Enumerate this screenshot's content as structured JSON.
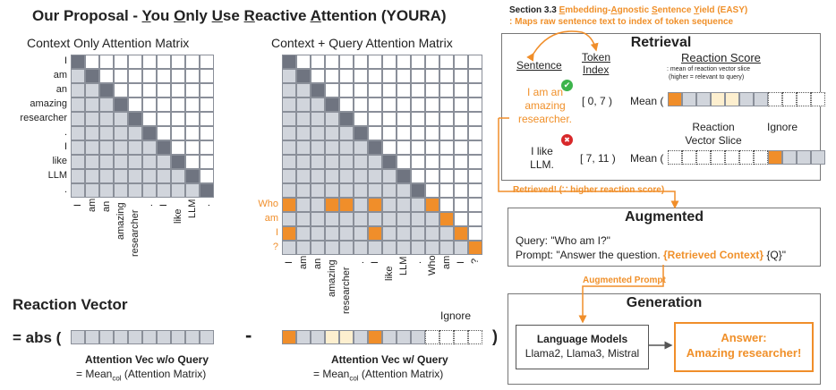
{
  "header": {
    "title_parts": [
      {
        "t": "Our Proposal - ",
        "u": false
      },
      {
        "t": "Y",
        "u": true
      },
      {
        "t": "ou ",
        "u": false
      },
      {
        "t": "O",
        "u": true
      },
      {
        "t": "nly ",
        "u": false
      },
      {
        "t": "U",
        "u": true
      },
      {
        "t": "se ",
        "u": false
      },
      {
        "t": "R",
        "u": true
      },
      {
        "t": "eactive ",
        "u": false
      },
      {
        "t": "A",
        "u": true
      },
      {
        "t": "ttention (YOURA)",
        "u": false
      }
    ]
  },
  "matrix_left": {
    "title": "Context Only Attention Matrix",
    "row_labels": [
      "I",
      "am",
      "an",
      "amazing",
      "researcher",
      ".",
      "I",
      "like",
      "LLM",
      "."
    ],
    "col_labels": [
      "I",
      "am",
      "an",
      "amazing",
      "researcher",
      ".",
      "I",
      "like",
      "LLM",
      "."
    ]
  },
  "matrix_right": {
    "title": "Context + Query Attention Matrix",
    "row_labels_context": [
      "I",
      "am",
      "an",
      "amazing",
      "researcher",
      ".",
      "I",
      "like",
      "LLM",
      "."
    ],
    "row_labels_query": [
      "Who",
      "am",
      "I",
      "?"
    ],
    "col_labels": [
      "I",
      "am",
      "an",
      "amazing",
      "researcher",
      ".",
      "I",
      "like",
      "LLM",
      ".",
      "Who",
      "am",
      "I",
      "?"
    ]
  },
  "reaction": {
    "title": "Reaction Vector",
    "abs_open": "= abs (",
    "minus": "-",
    "close": ")",
    "ignore": "Ignore",
    "left_caption": "Attention Vec w/o Query",
    "right_caption": "Attention Vec w/ Query",
    "mean_eq": "= Mean",
    "mean_sub": "col",
    "mean_arg": " (Attention Matrix)"
  },
  "section": {
    "line1_prefix": "Section 3.3 ",
    "line1_parts": [
      {
        "t": "E",
        "u": true
      },
      {
        "t": "mbedding-",
        "u": false
      },
      {
        "t": "A",
        "u": true
      },
      {
        "t": "gnostic ",
        "u": false
      },
      {
        "t": "S",
        "u": true
      },
      {
        "t": "entence ",
        "u": false
      },
      {
        "t": "Y",
        "u": true
      },
      {
        "t": "ield (EASY)",
        "u": false
      }
    ],
    "line2": ": Maps raw sentence text to index of token sequence"
  },
  "retrieval": {
    "title": "Retrieval",
    "col_sentence": "Sentence",
    "col_token": "Token",
    "col_index": "Index",
    "col_score": "Reaction Score",
    "score_note1": ": mean of reaction vector slice",
    "score_note2": "(higher = relevant to query)",
    "sent1": [
      "I am an",
      "amazing",
      "researcher."
    ],
    "idx1": "[ 0, 7 )",
    "sent2": [
      "I like",
      "LLM."
    ],
    "idx2": "[ 7, 11 )",
    "mean": "Mean (",
    "close": ")",
    "slice_label": [
      "Reaction",
      "Vector Slice"
    ],
    "ignore": "Ignore",
    "check_icon": "✔",
    "cross_icon": "✖"
  },
  "retrieved_label": "Retrieved! (∵ higher reaction score)",
  "augmented": {
    "title": "Augmented",
    "query": "Query: \"Who am I?\"",
    "prompt_a": "Prompt: \"Answer the question. ",
    "prompt_ctx": "{Retrieved Context}",
    "prompt_b": " {Q}\""
  },
  "augmented_prompt_label": "Augmented Prompt",
  "generation": {
    "title": "Generation",
    "lm_title": "Language Models",
    "lm_list": "Llama2, Llama3, Mistral",
    "answer1": "Answer:",
    "answer2": "Amazing researcher!"
  },
  "colors": {
    "orange": "#f08e2a",
    "dark": "#6f7480",
    "light": "#d1d5dc",
    "pale": "#fdefcf"
  }
}
